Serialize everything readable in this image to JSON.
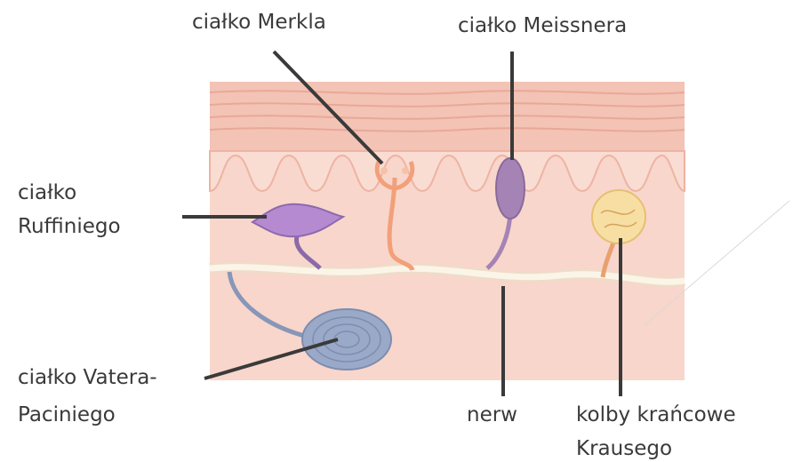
{
  "labels": {
    "merkla": "ciałko Merkla",
    "meissnera": "ciałko Meissnera",
    "ruffiniego_line1": "ciałko",
    "ruffiniego_line2": "Ruffiniego",
    "vatera_line1": "ciałko Vatera-",
    "vatera_line2": "Paciniego",
    "nerw": "nerw",
    "krausego_line1": "kolby krańcowe",
    "krausego_line2": "Krausego"
  },
  "colors": {
    "epidermis": "#f3c3b5",
    "dermis": "#f8d6cb",
    "papillae_band": "#f9ddd3",
    "nerve": "#fbf5e8",
    "leader": "#3a3a3a",
    "ruffini": "#b58ad1",
    "merkel": "#f2a07a",
    "meissner": "#a583b5",
    "pacini": "#9aa9c8",
    "krause": "#f7dfa4"
  }
}
